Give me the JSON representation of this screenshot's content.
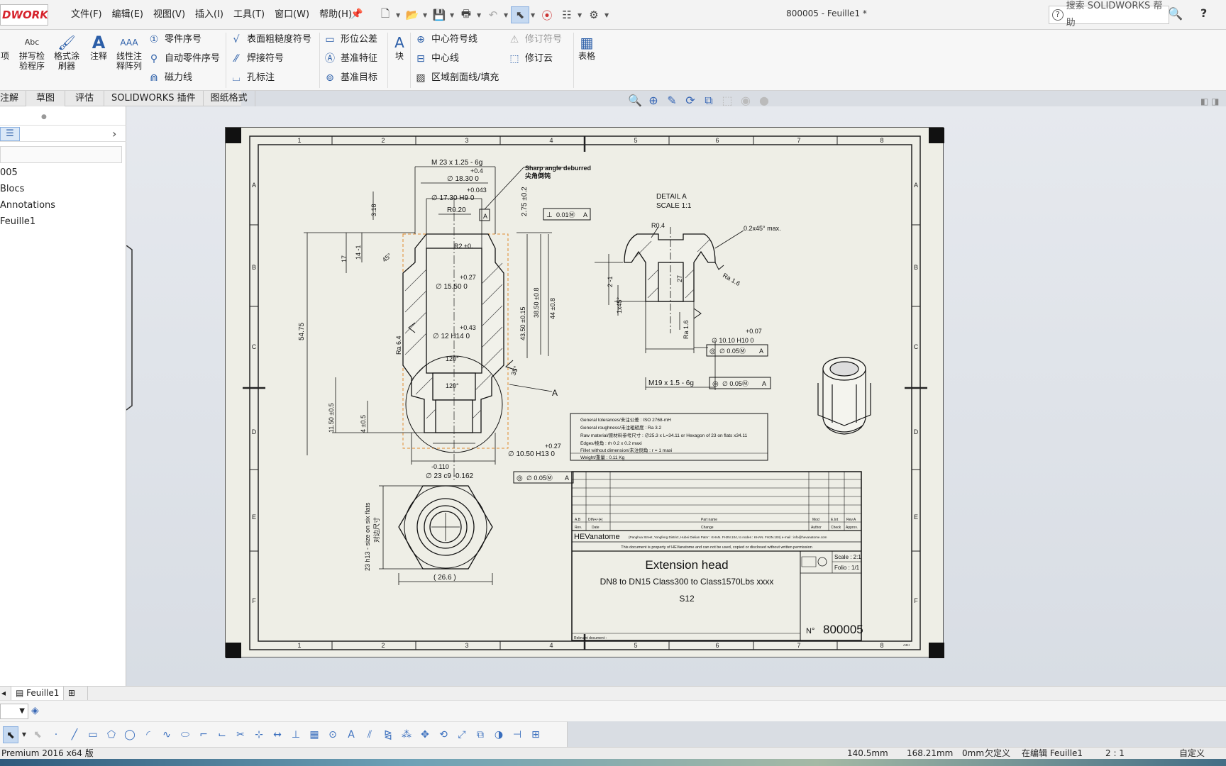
{
  "app": {
    "logo_text": "DWORKS",
    "document_title": "800005 - Feuille1 *",
    "menus": [
      "文件(F)",
      "编辑(E)",
      "视图(V)",
      "插入(I)",
      "工具(T)",
      "窗口(W)",
      "帮助(H)"
    ],
    "help_search_placeholder": "搜索 SOLIDWORKS 帮助",
    "help_glyph": "?",
    "search_glyph": "🔍",
    "question_glyph": "?"
  },
  "quick_access": [
    "new-icon",
    "open-icon",
    "save-icon",
    "print-icon",
    "undo-icon",
    "select-icon",
    "traffic-light-icon",
    "options-list-icon",
    "gear-icon"
  ],
  "ribbon": {
    "cut_label": "项",
    "spellcheck_label": "拼写检\n验程序",
    "spellcheck_glyph": "Abc",
    "format_painter_label": "格式涂\n刷器",
    "note_label": "注释",
    "linear_note_label": "线性注\n释阵列",
    "balloon_label": "零件序号",
    "auto_balloon_label": "自动零件序号",
    "magnetic_line_label": "磁力线",
    "surface_finish_label": "表面粗糙度符号",
    "weld_symbol_label": "焊接符号",
    "hole_callout_label": "孔标注",
    "gtol_label": "形位公差",
    "datum_feature_label": "基准特征",
    "datum_target_label": "基准目标",
    "block_label": "块",
    "center_mark_label": "中心符号线",
    "centerline_label": "中心线",
    "area_hatch_label": "区域剖面线/填充",
    "revision_symbol_label": "修订符号",
    "revision_cloud_label": "修订云",
    "table_label": "表格"
  },
  "tabs": [
    "注解",
    "草图",
    "评估",
    "SOLIDWORKS 插件",
    "图纸格式"
  ],
  "active_tab": "注解",
  "tree": {
    "root": "005",
    "items": [
      "Blocs",
      "Annotations",
      "Feuille1"
    ]
  },
  "drawing": {
    "zone_columns": [
      "1",
      "2",
      "3",
      "4",
      "5",
      "6",
      "7",
      "8"
    ],
    "zone_rows": [
      "A",
      "B",
      "C",
      "D",
      "E",
      "F"
    ],
    "dims": {
      "thread": "M 23 x 1.25 - 6g",
      "d1830": "∅ 18.30  0",
      "d1830_tol": "+0.4",
      "sharp1": "Sharp angle deburred",
      "sharp2": "尖角倒钝",
      "d1730": "∅ 17.30 H9  0",
      "d1730_tol": "+0.043",
      "r020": "R0.20",
      "d275": "2.75 ±0.2",
      "perp": "⊥",
      "perp_val": "0.01Ⓜ",
      "datum_a": "A",
      "d318": "3.18",
      "d17": "17",
      "d14": "14 -1",
      "a45": "45°",
      "r2": "R2 ±0.",
      "d1550": "∅ 15.50  0",
      "d1550_tol": "+0.27",
      "d5475": "54.75",
      "d4350": "43.50 ±0.15",
      "d3850": "38.50 ±0.8",
      "d448": "44 ±0.8",
      "ra64": "Ra 6.4",
      "d12": "∅ 12 H14  0",
      "d12_tol": "+0.43",
      "a120a": "120°",
      "a120b": "120°",
      "a35": "35°",
      "d1150": "11.50 ±0.5",
      "d405": "4 ±0.5",
      "d1050": "∅ 10.50 H13  0",
      "d1050_tol": "+0.27",
      "d23c9": "∅ 23 c9 -0.162",
      "d23c9_tol": "-0.110",
      "conc_val": "∅ 0.05Ⓜ",
      "sec_a": "A",
      "hex_flats_1": "23 h13 - size on six flats",
      "hex_flats_2": "对边尺寸",
      "d266": "( 26.6 )",
      "detail_title": "DETAIL  A",
      "detail_scale": "SCALE  1:1",
      "r04": "R0.4",
      "chamfer": "0.2x45° max.",
      "ra16a": "Ra 1.6",
      "d2": "2 -1",
      "d27": "27",
      "chamfer2": "1x45°",
      "ra16b": "Ra 1.6",
      "d1010": "∅ 10.10 H10  0",
      "d1010_tol": "+0.07",
      "m19": "M19 x 1.5 - 6g"
    },
    "notes": [
      "General tolerances/未注公差 : ISO 2768-mH",
      "General roughness/未注粗糙度 : Ra 3.2",
      "Raw material/原材料参考尺寸 : ∅25.3 x L=34.11 or Hexagon of 23 on flats x34.11",
      "Edges/棱角 : rh 0.2 x 0.2 maxi",
      "Fillet without dimension/未注倒角 : r = 1 maxi",
      "Weight/重量 : 0.11 Kg"
    ],
    "title_block": {
      "rev_headers": [
        "A.B",
        "DIN+/-[+]",
        "Part name",
        "Mod",
        "E.Int",
        "Rev.A"
      ],
      "rev_labels": [
        "Rev.",
        "Date",
        "Change",
        "Author",
        "Check",
        "Approv."
      ],
      "company": "HEVanatome",
      "address": "(Panghua Street, Yongfeng District, Hubei Dielian Patnr : KHAN. FH2N.104, to nodes : KHAN. FH2N.104) e-mail : info@hevanatome.com",
      "property_note": "This document is property of HEVanatome and can not be used, copied or disclosed without written permission",
      "title": "Extension head",
      "subtitle": "DN8 to DN15  Class300 to Class1570Lbs xxxx",
      "code": "S12",
      "scale": "Scale : 2:1",
      "folio": "Folio : 1/1",
      "no_label": "N°",
      "number": "800005",
      "related": "Relevant document :",
      "sheet_size": "A3H"
    }
  },
  "sheet_tabs": [
    "Feuille1"
  ],
  "status": {
    "version": "Premium 2016 x64 版",
    "x": "140.5mm",
    "y": "168.21mm",
    "z": "0mm",
    "constraint": "欠定义",
    "editing": "在编辑 Feuille1",
    "scale": "2 : 1",
    "custom": "自定义"
  }
}
